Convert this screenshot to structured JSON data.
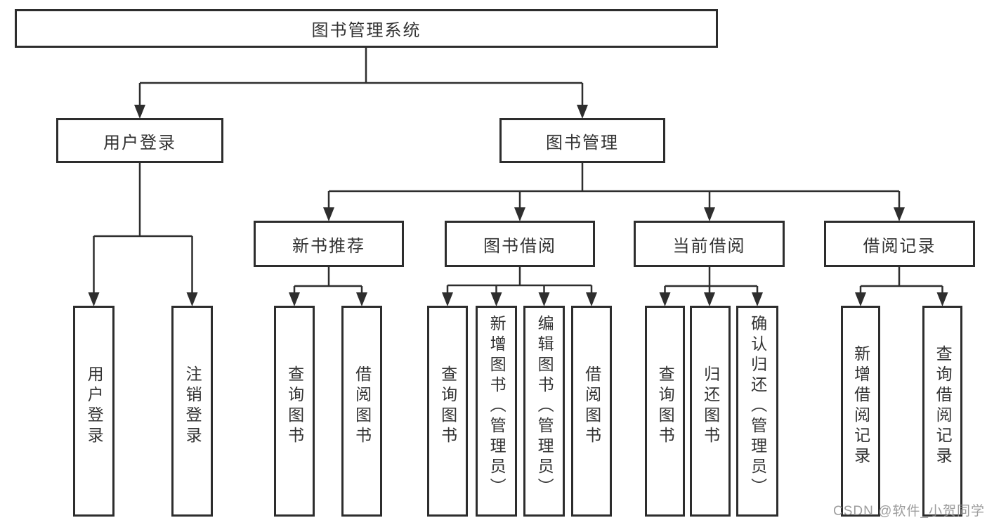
{
  "diagram": {
    "root": {
      "label": "图书管理系统"
    },
    "branches": [
      {
        "label": "用户登录",
        "children": [
          {
            "label": "用户登录"
          },
          {
            "label": "注销登录"
          }
        ]
      },
      {
        "label": "图书管理",
        "sections": [
          {
            "label": "新书推荐",
            "children": [
              {
                "label": "查询图书"
              },
              {
                "label": "借阅图书"
              }
            ]
          },
          {
            "label": "图书借阅",
            "children": [
              {
                "label": "查询图书"
              },
              {
                "label": "新增图书（管理员）"
              },
              {
                "label": "编辑图书（管理员）"
              },
              {
                "label": "借阅图书"
              }
            ]
          },
          {
            "label": "当前借阅",
            "children": [
              {
                "label": "查询图书"
              },
              {
                "label": "归还图书"
              },
              {
                "label": "确认归还（管理员）"
              }
            ]
          },
          {
            "label": "借阅记录",
            "children": [
              {
                "label": "新增借阅记录"
              },
              {
                "label": "查询借阅记录"
              }
            ]
          }
        ]
      }
    ]
  },
  "watermark": {
    "text": "CSDN @软件_小贺同学"
  },
  "colors": {
    "line": "#2e2e2e",
    "text": "#333333",
    "background": "#ffffff",
    "watermark": "#8c8c8c"
  }
}
